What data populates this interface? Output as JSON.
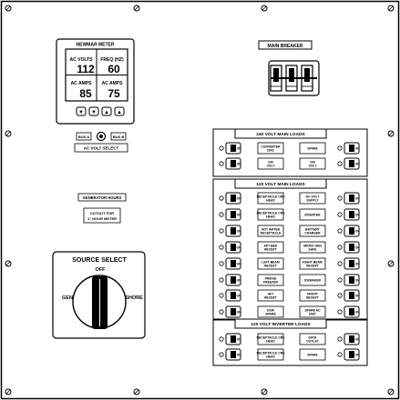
{
  "meter": {
    "title": "NEWMAR METER",
    "cells": [
      {
        "label": "AC VOLTS",
        "value": "112"
      },
      {
        "label": "FREQ (HZ)",
        "value": "60"
      },
      {
        "label": "AC AMPS",
        "value": "85"
      },
      {
        "label": "AC AMPS",
        "value": "75"
      }
    ],
    "buttons": [
      "▼",
      "▼",
      "▲",
      "▲"
    ],
    "bus_a": "BUS A",
    "bus_b": "BUS B",
    "selector_caption": "AC VOLT SELECT"
  },
  "main_breaker": {
    "title": "MAIN BREAKER"
  },
  "generator": {
    "title": "GENERATOR HOURS",
    "cutout_label": "CUTOUT FOR 1\" HOUR METER"
  },
  "source_select": {
    "title": "SOURCE SELECT",
    "off": "OFF",
    "gen": "GEN",
    "shore": "SHORE"
  },
  "loads_240": {
    "title": "240 VOLT MAIN LOADS",
    "rows": [
      {
        "left": "CONVERTER CIRC",
        "right": "SPARE"
      },
      {
        "left": "240 VOLT",
        "right": "240 VOLT"
      }
    ]
  },
  "loads_120": {
    "title": "120 VOLT MAIN LOADS",
    "rows": [
      {
        "left": "RECEPTACLE CRS HEAD",
        "right": "DC-VOLT SUPPLY"
      },
      {
        "left": "RECEPTACLE CRS HEAD",
        "right": "INVERTER"
      },
      {
        "left": "HOT WATER RECEPTACLE",
        "right": "BATTERY CHARGER"
      },
      {
        "left": "AFT BED RECEPT",
        "right": "MICRO GEN SAFE"
      },
      {
        "left": "LEFT BEAM RECEPT",
        "right": "RIGHT BEAM RECEPT"
      },
      {
        "left": "FRIDGE FREEZER",
        "right": "ICEMAKER"
      },
      {
        "left": "AFT RECEPT",
        "right": "FRONT RECEPT"
      },
      {
        "left": "DSW SPARE",
        "right": "SPARE AC UNIT"
      }
    ]
  },
  "loads_inverter": {
    "title": "120 VOLT INVERTER LOADS",
    "rows": [
      {
        "left": "RECEPTACLE CRS HEAD",
        "right": "DATA OUTLET"
      },
      {
        "left": "RECEPTACLE CRS HEAD",
        "right": "SPARE"
      }
    ]
  },
  "breaker_text": "ON"
}
